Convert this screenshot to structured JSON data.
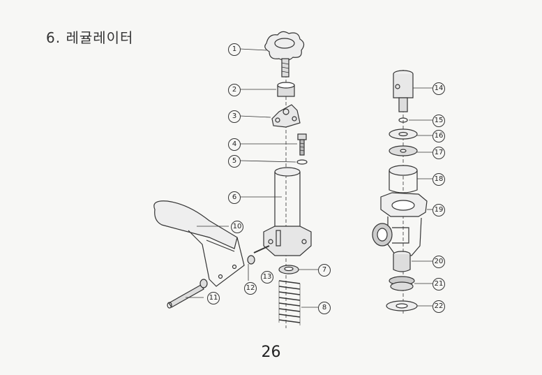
{
  "page": {
    "title": "6. 레귤레이터",
    "page_number": "26"
  },
  "parts": [
    {
      "number": "1"
    },
    {
      "number": "2"
    },
    {
      "number": "3"
    },
    {
      "number": "4"
    },
    {
      "number": "5"
    },
    {
      "number": "6"
    },
    {
      "number": "7"
    },
    {
      "number": "8"
    },
    {
      "number": "10"
    },
    {
      "number": "11"
    },
    {
      "number": "12"
    },
    {
      "number": "13"
    },
    {
      "number": "14"
    },
    {
      "number": "15"
    },
    {
      "number": "16"
    },
    {
      "number": "17"
    },
    {
      "number": "18"
    },
    {
      "number": "19"
    },
    {
      "number": "20"
    },
    {
      "number": "21"
    },
    {
      "number": "22"
    }
  ]
}
